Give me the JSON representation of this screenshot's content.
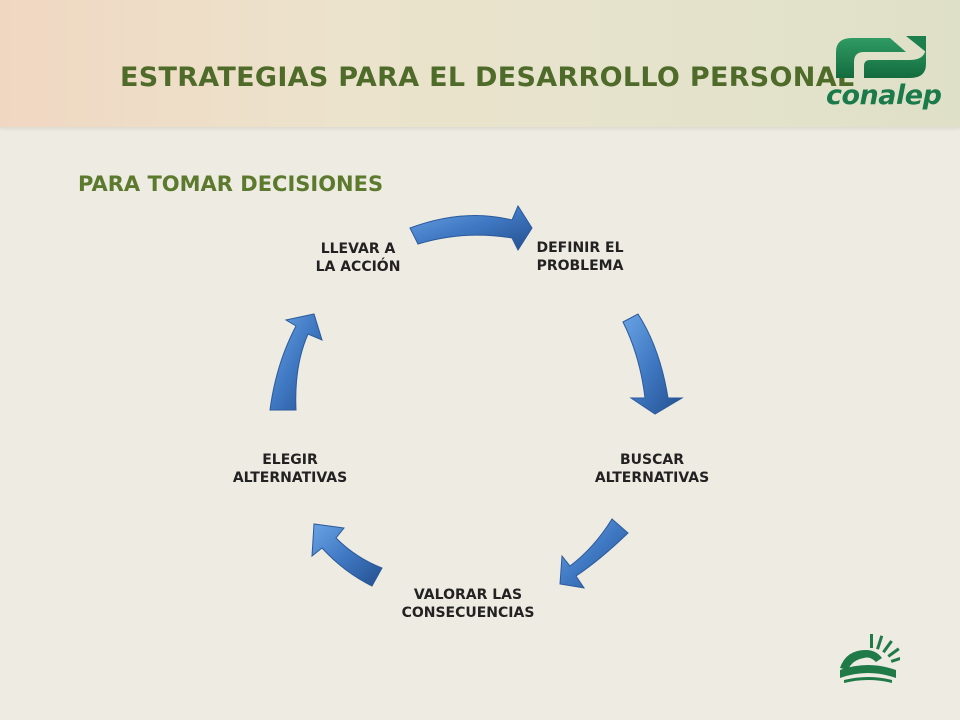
{
  "slide": {
    "title": "ESTRATEGIAS PARA EL DESARROLLO PERSONAL",
    "subtitle": "PARA TOMAR DECISIONES",
    "logo_text": "conalep"
  },
  "cycle": {
    "steps": [
      {
        "id": "definir",
        "lines": [
          "DEFINIR EL",
          "PROBLEMA"
        ]
      },
      {
        "id": "buscar",
        "lines": [
          "BUSCAR",
          "ALTERNATIVAS"
        ]
      },
      {
        "id": "valorar",
        "lines": [
          "VALORAR LAS",
          "CONSECUENCIAS"
        ]
      },
      {
        "id": "elegir",
        "lines": [
          "ELEGIR",
          "ALTERNATIVAS"
        ]
      },
      {
        "id": "llevar",
        "lines": [
          "LLEVAR A",
          "LA ACCIÓN"
        ]
      }
    ]
  },
  "colors": {
    "arrow": "#3f78c2",
    "title": "#4f6b2a",
    "brand": "#1a7a4a"
  }
}
